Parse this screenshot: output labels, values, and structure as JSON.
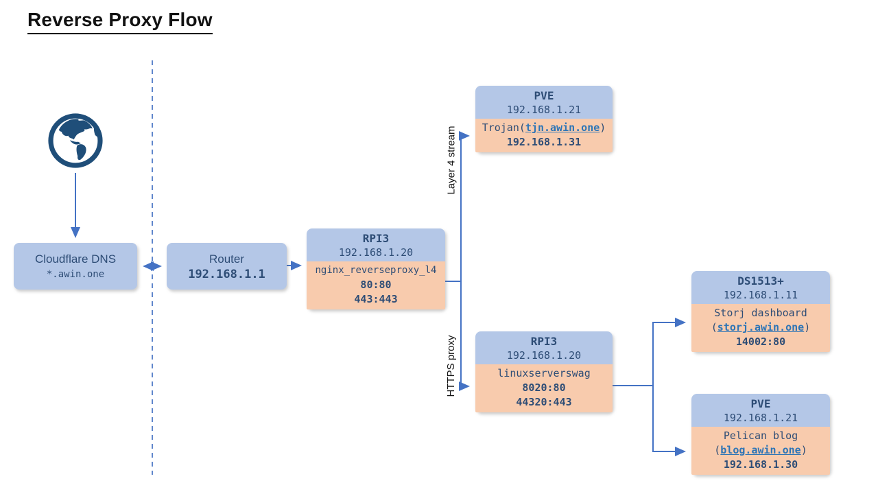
{
  "title": "Reverse Proxy Flow",
  "colors": {
    "node_header_fill": "#b4c7e7",
    "node_body_fill": "#f8cbad",
    "node_text": "#2e4d76",
    "link_text": "#2e75b6",
    "connector": "#4472c4",
    "globe": "#1f4e79",
    "title_text": "#111111"
  },
  "icons": {
    "globe": "globe-icon"
  },
  "nodes": {
    "cloudflare": {
      "title": "Cloudflare DNS",
      "subtitle": "*.awin.one"
    },
    "router": {
      "title": "Router",
      "subtitle": "192.168.1.1"
    },
    "rpi3_l4": {
      "title": "RPI3",
      "ip": "192.168.1.20",
      "service": "nginx_reverseproxy_l4",
      "ports": [
        "80:80",
        "443:443"
      ]
    },
    "pve_trojan": {
      "title": "PVE",
      "ip": "192.168.1.21",
      "service_prefix": "Trojan(",
      "link": "tjn.awin.one",
      "service_suffix": ")",
      "target": "192.168.1.31"
    },
    "rpi3_swag": {
      "title": "RPI3",
      "ip": "192.168.1.20",
      "service": "linuxserverswag",
      "ports": [
        "8020:80",
        "44320:443"
      ]
    },
    "ds1513": {
      "title": "DS1513+",
      "ip": "192.168.1.11",
      "service": "Storj dashboard",
      "link_prefix": "(",
      "link": "storj.awin.one",
      "link_suffix": ")",
      "target": "14002:80"
    },
    "pve_blog": {
      "title": "PVE",
      "ip": "192.168.1.21",
      "service": "Pelican blog",
      "link_prefix": "(",
      "link": "blog.awin.one",
      "link_suffix": ")",
      "target": "192.168.1.30"
    }
  },
  "edge_labels": {
    "layer4": "Layer 4 stream",
    "https": "HTTPS proxy"
  }
}
